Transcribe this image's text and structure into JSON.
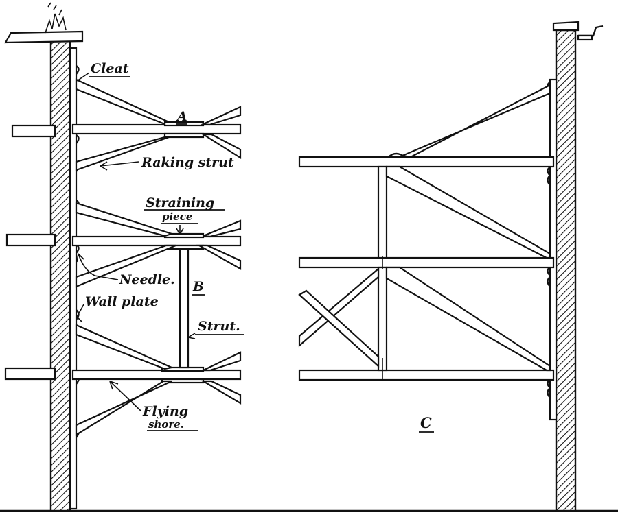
{
  "labels": {
    "cleat": "Cleat",
    "a": "A",
    "raking_strut": "Raking strut",
    "straining_1": "Straining",
    "straining_2": "piece",
    "needle": "Needle.",
    "b": "B",
    "wall_plate": "Wall plate",
    "strut": "Strut.",
    "flying_1": "Flying",
    "flying_2": "shore.",
    "c": "C"
  }
}
